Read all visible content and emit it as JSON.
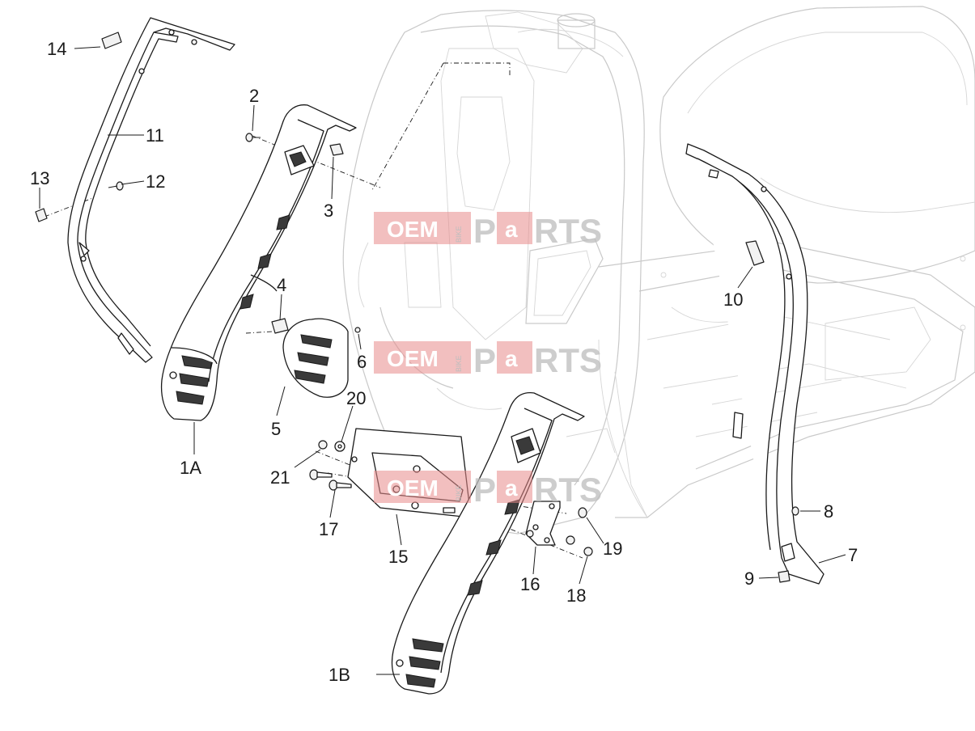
{
  "labels": {
    "p1A": "1A",
    "p1B": "1B",
    "p2": "2",
    "p3": "3",
    "p4": "4",
    "p5": "5",
    "p6": "6",
    "p7": "7",
    "p8": "8",
    "p9": "9",
    "p10": "10",
    "p11": "11",
    "p12": "12",
    "p13": "13",
    "p14": "14",
    "p15": "15",
    "p16": "16",
    "p17": "17",
    "p18": "18",
    "p19": "19",
    "p20": "20",
    "p21": "21"
  },
  "watermark": {
    "text_a": "OEM",
    "text_small": "BIKE",
    "text_b": "P",
    "text_c": "a",
    "text_d": "RTS"
  },
  "colors": {
    "watermark_red": "#e88a8a",
    "line": "#1a1a1a",
    "ghost": "#c9c9c9"
  }
}
